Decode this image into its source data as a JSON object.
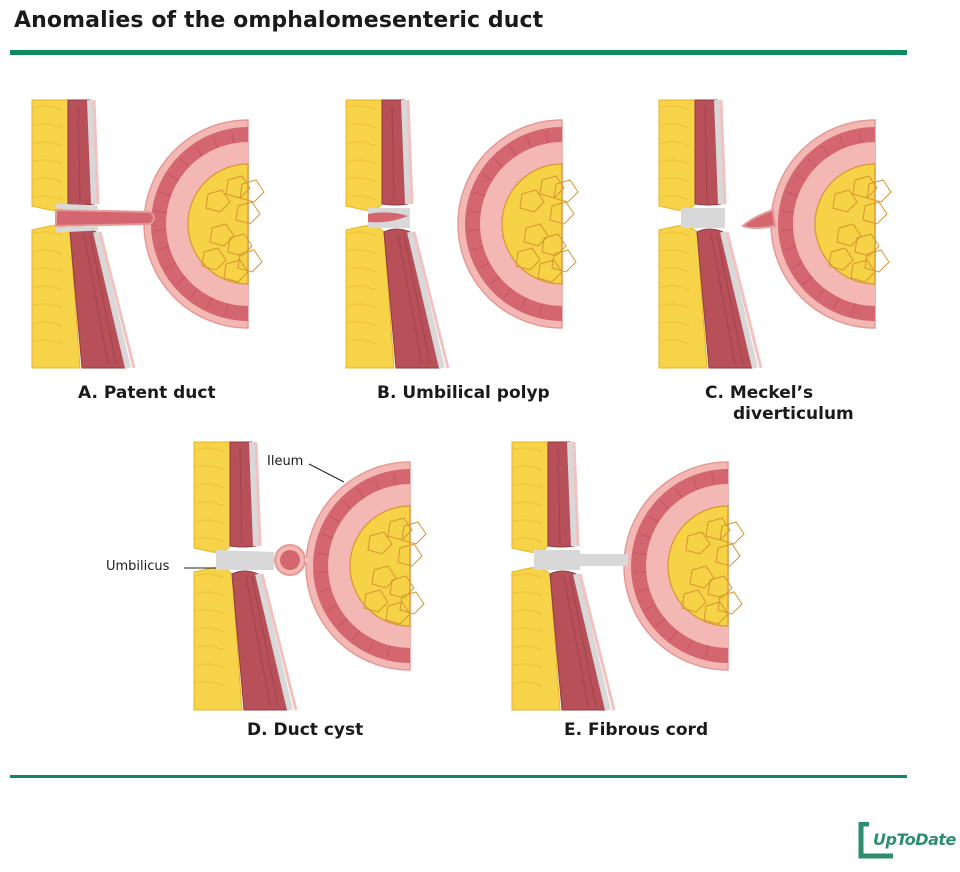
{
  "title": "Anomalies of the omphalomesenteric duct",
  "colors": {
    "rule": "#0e8a60",
    "fat": "#f7d34a",
    "fat_dark": "#e8b324",
    "muscle": "#b8505a",
    "muscle_dark": "#8f3a43",
    "skin": "#f3c2bf",
    "fascia": "#d8d8d8",
    "bowel_wall": "#d46670",
    "bowel_outer": "#f4b8b4",
    "mesentery_fat": "#f6d247",
    "lumen_line": "#d89532",
    "logo": "#2e8f6c"
  },
  "panels": [
    {
      "id": "A",
      "caption": "A. Patent duct",
      "variant": "patent-duct"
    },
    {
      "id": "B",
      "caption": "B. Umbilical polyp",
      "variant": "umbilical-polyp"
    },
    {
      "id": "C",
      "caption": "C. Meckel’s diverticulum",
      "caption_line1": "C. Meckel’s",
      "caption_line2": "diverticulum",
      "variant": "meckels-diverticulum"
    },
    {
      "id": "D",
      "caption": "D. Duct cyst",
      "variant": "duct-cyst"
    },
    {
      "id": "E",
      "caption": "E. Fibrous cord",
      "variant": "fibrous-cord"
    }
  ],
  "callouts": {
    "ileum": "Ileum",
    "umbilicus": "Umbilicus"
  },
  "logo_text": "UpToDate"
}
